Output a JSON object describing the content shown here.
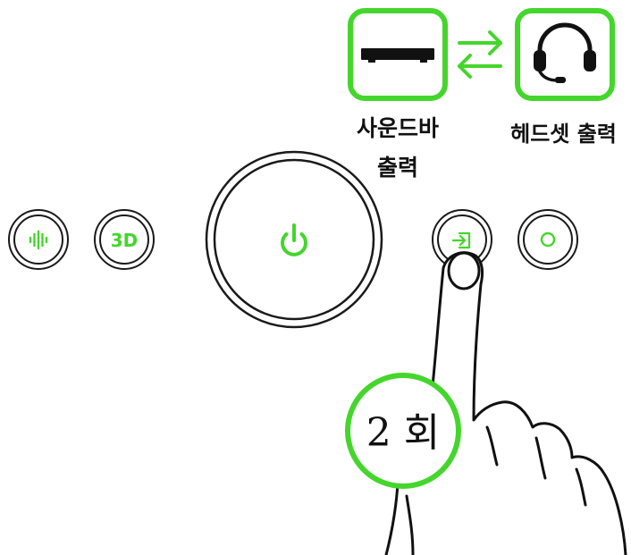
{
  "colors": {
    "accent_green": "#44d62c",
    "outline": "#1a1a1a",
    "background": "#ffffff"
  },
  "output_modes": {
    "soundbar": {
      "icon": "soundbar-icon",
      "label_line1": "사운드바",
      "label_line2": "출력"
    },
    "swap_icon": "swap-arrows-icon",
    "headset": {
      "icon": "headset-icon",
      "label": "헤드셋 출력"
    }
  },
  "control_panel": {
    "buttons": [
      {
        "name": "sound-mode-button",
        "icon": "waveform-icon"
      },
      {
        "name": "3d-button",
        "text": "3D"
      },
      {
        "name": "power-button",
        "icon": "power-icon"
      },
      {
        "name": "input-button",
        "icon": "input-icon"
      },
      {
        "name": "lighting-button",
        "icon": "circle-icon"
      }
    ]
  },
  "instruction": {
    "badge_text": "2 회",
    "icon": "finger-press-icon"
  }
}
